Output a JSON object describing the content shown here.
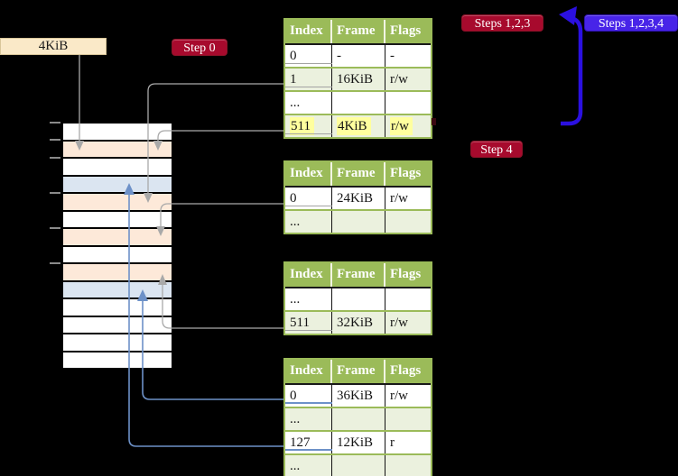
{
  "frame_label": "4KiB",
  "badges": {
    "step0": "Step 0",
    "steps123": "Steps 1,2,3",
    "steps1234": "Steps 1,2,3,4",
    "step4": "Step 4"
  },
  "tables": [
    {
      "name": "page-table-1",
      "columns": [
        "Index",
        "Frame",
        "Flags"
      ],
      "rows": [
        {
          "cells": [
            "0",
            "-",
            "-"
          ],
          "shade": "white",
          "underline": "gray"
        },
        {
          "cells": [
            "1",
            "16KiB",
            "r/w"
          ],
          "shade": "green",
          "underline": "gray"
        },
        {
          "cells": [
            "...",
            "",
            ""
          ],
          "shade": "white"
        },
        {
          "cells": [
            "511",
            "4KiB",
            "r/w"
          ],
          "shade": "green",
          "highlight": true,
          "underline": "gray"
        }
      ]
    },
    {
      "name": "page-table-2",
      "columns": [
        "Index",
        "Frame",
        "Flags"
      ],
      "rows": [
        {
          "cells": [
            "0",
            "24KiB",
            "r/w"
          ],
          "shade": "white",
          "underline": "gray"
        },
        {
          "cells": [
            "...",
            "",
            ""
          ],
          "shade": "green"
        }
      ]
    },
    {
      "name": "page-table-3",
      "columns": [
        "Index",
        "Frame",
        "Flags"
      ],
      "rows": [
        {
          "cells": [
            "...",
            "",
            ""
          ],
          "shade": "white"
        },
        {
          "cells": [
            "511",
            "32KiB",
            "r/w"
          ],
          "shade": "green",
          "underline": "gray"
        }
      ]
    },
    {
      "name": "page-table-4",
      "columns": [
        "Index",
        "Frame",
        "Flags"
      ],
      "rows": [
        {
          "cells": [
            "0",
            "36KiB",
            "r/w"
          ],
          "shade": "white",
          "underline": "blue"
        },
        {
          "cells": [
            "...",
            "",
            ""
          ],
          "shade": "green"
        },
        {
          "cells": [
            "127",
            "12KiB",
            "r"
          ],
          "shade": "white",
          "underline": "blue"
        },
        {
          "cells": [
            "...",
            "",
            ""
          ],
          "shade": "green"
        }
      ]
    }
  ],
  "memory": {
    "rows": [
      "white",
      "peach",
      "white",
      "blue",
      "peach",
      "white",
      "peach",
      "white",
      "peach",
      "blue",
      "white",
      "white",
      "white",
      "white"
    ]
  },
  "colors": {
    "background": "#000000",
    "badge_red": "#A70A2D",
    "badge_blue": "#4824E8",
    "flow_arrow_blue": "#2B10E0",
    "connector_gray": "#A9A9A9",
    "connector_steel_blue": "#6D91C8",
    "table_header_green": "#9BBB59",
    "table_row_green": "#EBF1DE",
    "memory_frame_peach": "#FDE9D9",
    "memory_frame_blue": "#DBE5F1",
    "frame_label_cream": "#FAE9C8",
    "highlight_yellow": "#FFFF9E"
  }
}
